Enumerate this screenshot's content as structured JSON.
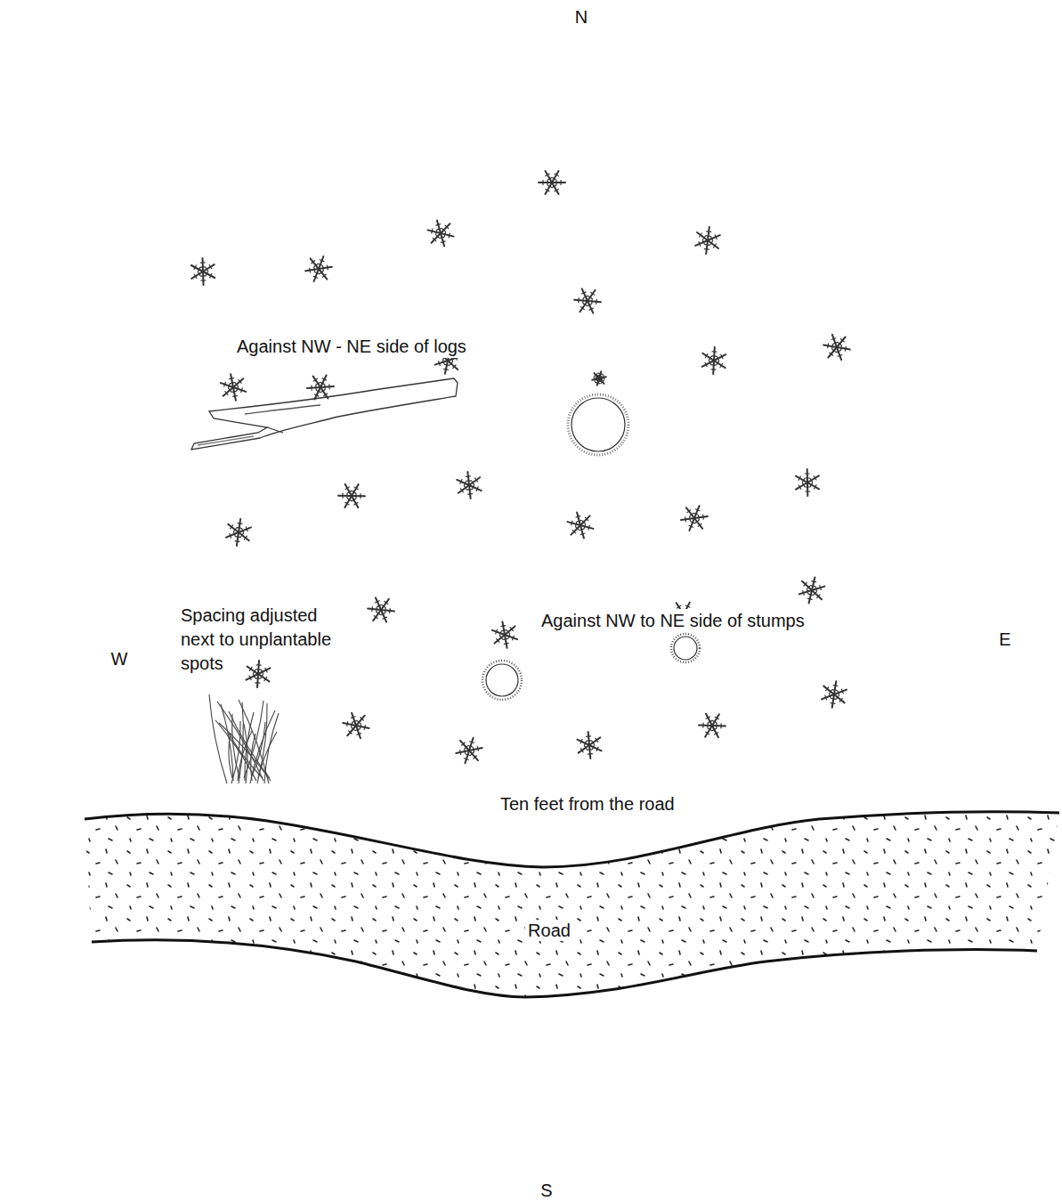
{
  "diagram": {
    "nodes": [
      {
        "text": [
          "Road"
        ]
      }
    ],
    "labels": [
      "N",
      "S",
      "W",
      "E",
      "Against NW - NE side of logs",
      "Spacing adjusted next to unplantable spots",
      "Against NW to NE side of stumps",
      "Ten feet from the road"
    ]
  }
}
